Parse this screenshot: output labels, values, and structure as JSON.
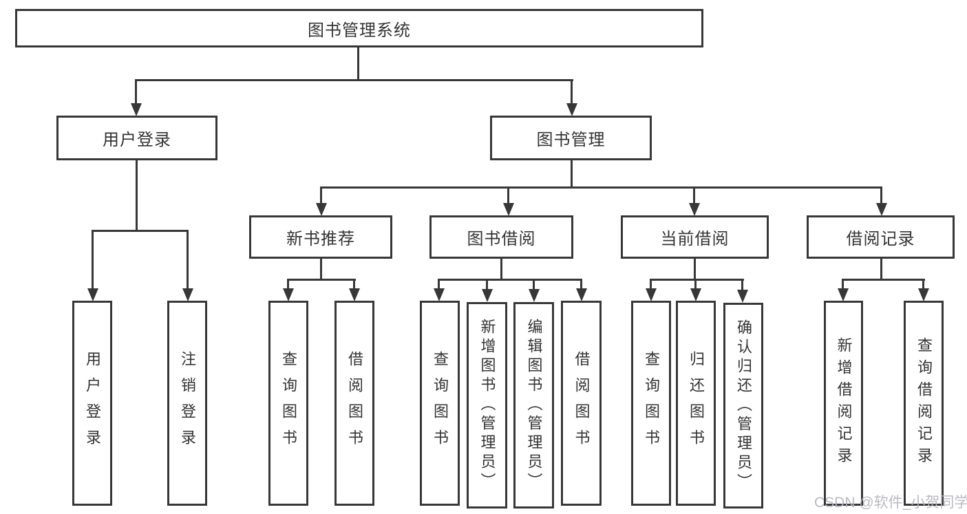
{
  "diagram": {
    "title": "图书管理系统",
    "colors": {
      "line": "#373737",
      "text": "#333333",
      "background": "#ffffff",
      "watermark": "#b4b4be"
    },
    "level2": [
      {
        "id": "user-login",
        "label": "用户登录"
      },
      {
        "id": "book-management",
        "label": "图书管理"
      }
    ],
    "level3": [
      {
        "id": "new-book-recommend",
        "parent": "图书管理",
        "label": "新书推荐"
      },
      {
        "id": "book-borrow",
        "parent": "图书管理",
        "label": "图书借阅"
      },
      {
        "id": "current-borrow",
        "parent": "图书管理",
        "label": "当前借阅"
      },
      {
        "id": "borrow-records",
        "parent": "图书管理",
        "label": "借阅记录"
      }
    ],
    "leaves": [
      {
        "parent": "用户登录",
        "label": "用户登录"
      },
      {
        "parent": "用户登录",
        "label": "注销登录"
      },
      {
        "parent": "新书推荐",
        "label": "查询图书"
      },
      {
        "parent": "新书推荐",
        "label": "借阅图书"
      },
      {
        "parent": "图书借阅",
        "label": "查询图书"
      },
      {
        "parent": "图书借阅",
        "label": "新增图书（管理员）"
      },
      {
        "parent": "图书借阅",
        "label": "编辑图书（管理员）"
      },
      {
        "parent": "图书借阅",
        "label": "借阅图书"
      },
      {
        "parent": "当前借阅",
        "label": "查询图书"
      },
      {
        "parent": "当前借阅",
        "label": "归还图书"
      },
      {
        "parent": "当前借阅",
        "label": "确认归还（管理员）"
      },
      {
        "parent": "借阅记录",
        "label": "新增借阅记录"
      },
      {
        "parent": "借阅记录",
        "label": "查询借阅记录"
      }
    ],
    "watermark": "CSDN @软件_小贺同学"
  }
}
